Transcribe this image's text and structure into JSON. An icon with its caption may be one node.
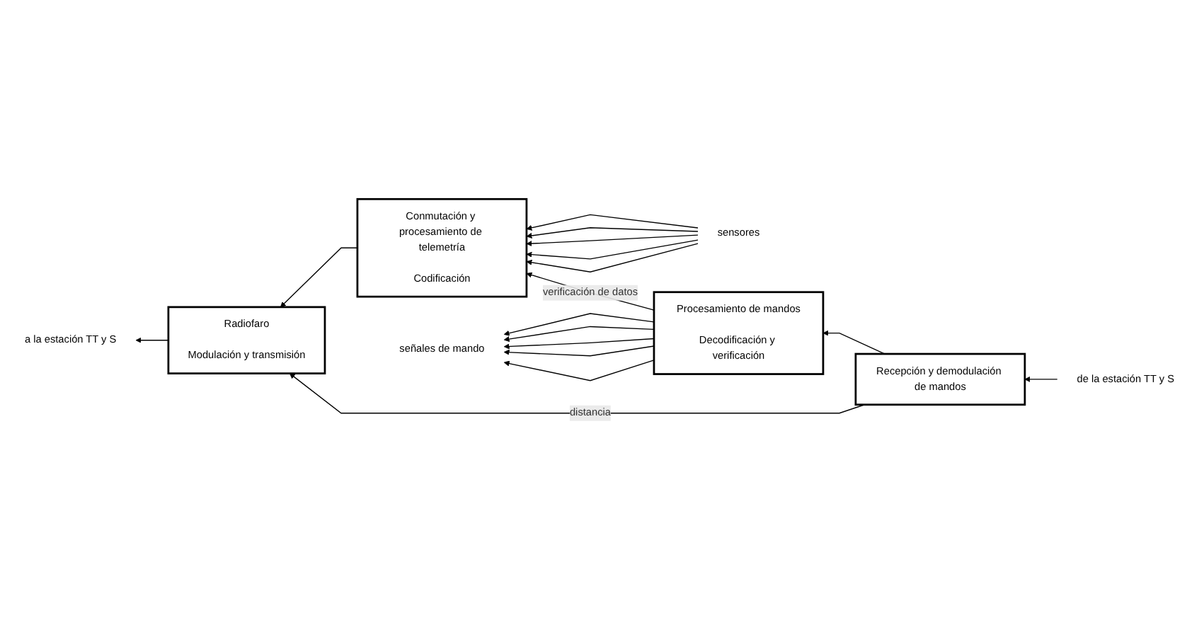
{
  "diagram": {
    "nodes": [
      {
        "text": [
          "Radiofaro",
          "Modulación y transmisión"
        ]
      },
      {
        "text": [
          "Conmutación y procesamiento de telemetría",
          "Codificación"
        ]
      },
      {
        "text": [
          "Procesamiento de mandos",
          "Decodificación y verificación"
        ]
      },
      {
        "text": [
          "Recepción y demodulación de mandos"
        ]
      },
      {
        "text": [
          "sensores"
        ]
      },
      {
        "text": [
          "señales de mando"
        ]
      },
      {
        "text": [
          "a la estación TT y S"
        ]
      },
      {
        "text": [
          "de la estación TT y S"
        ]
      }
    ],
    "edges": [
      {
        "from": 4,
        "to": 1,
        "arrow": "to"
      },
      {
        "from": 4,
        "to": 1,
        "arrow": "to"
      },
      {
        "from": 4,
        "to": 1,
        "arrow": "to"
      },
      {
        "from": 4,
        "to": 1,
        "arrow": "to"
      },
      {
        "from": 4,
        "to": 1,
        "arrow": "to"
      },
      {
        "from": 2,
        "to": 5,
        "arrow": "to"
      },
      {
        "from": 2,
        "to": 5,
        "arrow": "to"
      },
      {
        "from": 2,
        "to": 5,
        "arrow": "to"
      },
      {
        "from": 2,
        "to": 5,
        "arrow": "to"
      },
      {
        "from": 2,
        "to": 5,
        "arrow": "to"
      },
      {
        "from": 1,
        "to": 0,
        "arrow": "to"
      },
      {
        "from": 3,
        "to": 2,
        "arrow": "to"
      },
      {
        "from": 2,
        "to": 1,
        "arrow": "to",
        "label": "verificación de datos"
      },
      {
        "from": 3,
        "to": 0,
        "arrow": "to",
        "label": "distancia"
      },
      {
        "from": 0,
        "to": 6,
        "arrow": "to"
      },
      {
        "from": 7,
        "to": 3,
        "arrow": "to"
      }
    ]
  }
}
